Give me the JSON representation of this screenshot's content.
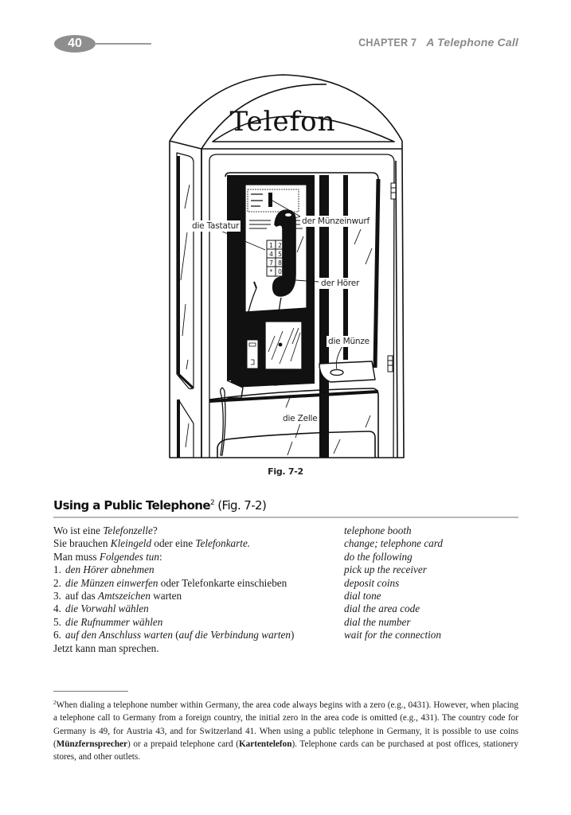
{
  "header": {
    "page_number": "40",
    "chapter": "CHAPTER 7",
    "chapter_title": "A Telephone Call"
  },
  "figure": {
    "sign_text": "Telefon",
    "labels": {
      "keypad": "die Tastatur",
      "coin_slot": "der Münzeinwurf",
      "receiver": "der Hörer",
      "coin": "die Münze",
      "booth": "die Zelle"
    },
    "keypad_keys": [
      "1",
      "2",
      "4",
      "5",
      "7",
      "8",
      "*",
      "0"
    ],
    "caption": "Fig. 7-2"
  },
  "section": {
    "title": "Using a Public Telephone",
    "footnote_marker": "2",
    "ref": "(Fig. 7-2)"
  },
  "vocab": [
    {
      "num": "",
      "de": [
        {
          "t": "Wo ist eine "
        },
        {
          "t": "Telefonzelle",
          "i": true
        },
        {
          "t": "?"
        }
      ],
      "en": "telephone booth"
    },
    {
      "num": "",
      "de": [
        {
          "t": "Sie brauchen "
        },
        {
          "t": "Kleingeld",
          "i": true
        },
        {
          "t": " oder eine "
        },
        {
          "t": "Telefonkarte.",
          "i": true
        }
      ],
      "en": "change; telephone card"
    },
    {
      "num": "",
      "de": [
        {
          "t": "Man muss "
        },
        {
          "t": "Folgendes tun",
          "i": true
        },
        {
          "t": ":"
        }
      ],
      "en": "do the following"
    },
    {
      "num": "1.",
      "de": [
        {
          "t": "den Hörer abnehmen",
          "i": true
        }
      ],
      "en": "pick up the receiver"
    },
    {
      "num": "2.",
      "de": [
        {
          "t": "die Münzen einwerfen",
          "i": true
        },
        {
          "t": " oder Telefonkarte einschieben"
        }
      ],
      "en": "deposit coins"
    },
    {
      "num": "3.",
      "de": [
        {
          "t": "auf das "
        },
        {
          "t": "Amtszeichen",
          "i": true
        },
        {
          "t": " warten"
        }
      ],
      "en": "dial tone"
    },
    {
      "num": "4.",
      "de": [
        {
          "t": "die Vorwahl wählen",
          "i": true
        }
      ],
      "en": "dial the area code"
    },
    {
      "num": "5.",
      "de": [
        {
          "t": "die Rufnummer wählen",
          "i": true
        }
      ],
      "en": "dial the number"
    },
    {
      "num": "6.",
      "de": [
        {
          "t": "auf den Anschluss warten",
          "i": true
        },
        {
          "t": " ("
        },
        {
          "t": "auf die Verbindung warten",
          "i": true
        },
        {
          "t": ")"
        }
      ],
      "en": "wait for the connection"
    },
    {
      "num": "",
      "de": [
        {
          "t": "Jetzt kann man sprechen."
        }
      ],
      "en": ""
    }
  ],
  "footnote": {
    "marker": "2",
    "parts": [
      {
        "t": "When dialing a telephone number within Germany, the area code always begins with a zero (e.g., 0431). However, when placing a telephone call to Germany from a foreign country, the initial zero in the area code is omitted (e.g., 431). The country code for Germany is 49, for Austria 43, and for Switzerland 41. When using a public telephone in Germany, it is possible to use coins ("
      },
      {
        "t": "Münzfernsprecher",
        "b": true
      },
      {
        "t": ") or a prepaid telephone card ("
      },
      {
        "t": "Kartentelefon",
        "b": true
      },
      {
        "t": "). Telephone cards can be purchased at post offices, stationery stores, and other outlets."
      }
    ]
  }
}
